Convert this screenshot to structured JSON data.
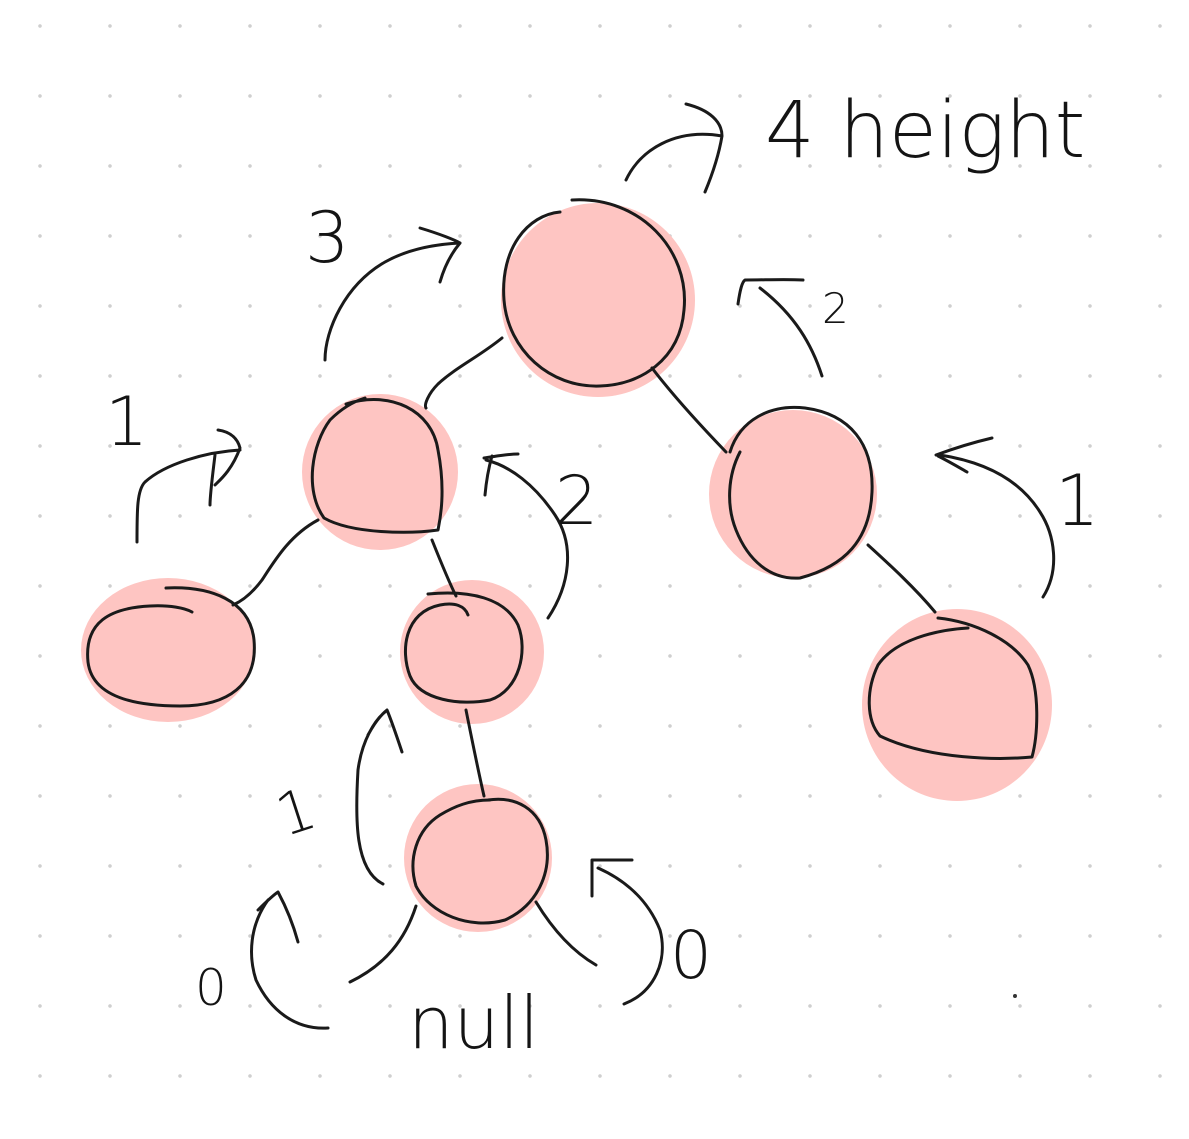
{
  "title": "4 height",
  "nodes": [
    {
      "id": "root",
      "height": 4
    },
    {
      "id": "left",
      "height": 3
    },
    {
      "id": "right",
      "height": 2
    },
    {
      "id": "left-left",
      "height": 1
    },
    {
      "id": "left-right",
      "height": 2
    },
    {
      "id": "right-right",
      "height": 1
    },
    {
      "id": "left-right-left",
      "height": 1
    }
  ],
  "labels": {
    "root_height": "4 height",
    "left_height": "3",
    "right_height": "2",
    "left_left_height": "1",
    "left_right_height": "2",
    "right_right_height": "1",
    "bottom_node_height": "1",
    "null_left_height": "0",
    "null_right_height": "0",
    "null": "null"
  },
  "colors": {
    "node_fill": "#fec5c2",
    "ink": "#1a1a1a",
    "grid_dot": "#cfcfcf"
  }
}
